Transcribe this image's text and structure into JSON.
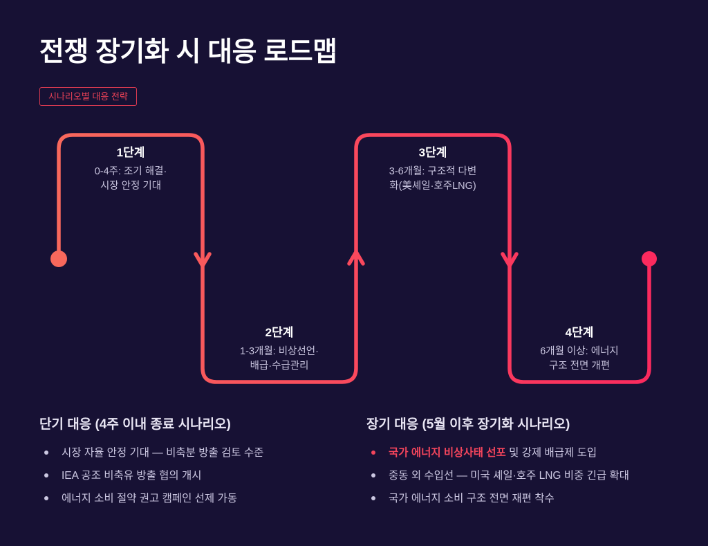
{
  "page": {
    "background": "#171134",
    "accent_gradient_start": "#F8685C",
    "accent_gradient_end": "#FB2A5E",
    "highlight_red": "#F4455C"
  },
  "header": {
    "title": "전쟁 장기화 시 대응 로드맵",
    "badge": "시나리오별 대응 전략"
  },
  "roadmap": {
    "stages": [
      {
        "title": "1단계",
        "desc_line1": "0-4주: 조기 해결·",
        "desc_line2": "시장 안정 기대"
      },
      {
        "title": "2단계",
        "desc_line1": "1-3개월: 비상선언·",
        "desc_line2": "배급·수급관리"
      },
      {
        "title": "3단계",
        "desc_line1": "3-6개월: 구조적 다변",
        "desc_line2": "화(美셰일·호주LNG)"
      },
      {
        "title": "4단계",
        "desc_line1": "6개월 이상: 에너지",
        "desc_line2": "구조 전면 개편"
      }
    ]
  },
  "short_term": {
    "heading": "단기 대응 (4주 이내 종료 시나리오)",
    "items": [
      "시장 자율 안정 기대 — 비축분 방출 검토 수준",
      "IEA 공조 비축유 방출 협의 개시",
      "에너지 소비 절약 권고 캠페인 선제 가동"
    ]
  },
  "long_term": {
    "heading": "장기 대응 (5월 이후 장기화 시나리오)",
    "items": [
      {
        "highlight": "국가 에너지 비상사태 선포",
        "rest": " 및 강제 배급제 도입"
      },
      {
        "highlight": "",
        "rest": "중동 외 수입선 — 미국 셰일·호주 LNG 비중 긴급 확대"
      },
      {
        "highlight": "",
        "rest": "국가 에너지 소비 구조 전면 재편 착수"
      }
    ]
  }
}
